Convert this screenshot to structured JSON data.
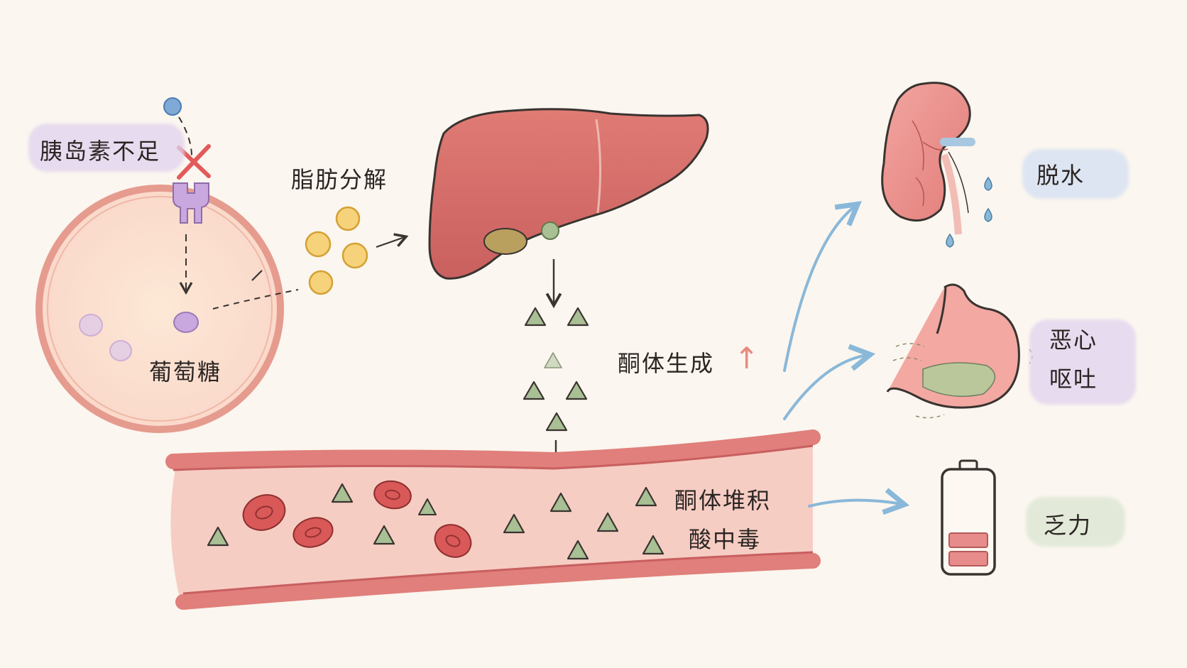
{
  "labels": {
    "insulin_deficiency": "胰岛素不足",
    "glucose": "葡萄糖",
    "fat_breakdown": "脂肪分解",
    "ketone_production": "酮体生成",
    "ketone_accumulation": "酮体堆积",
    "acidosis": "酸中毒",
    "dehydration": "脱水",
    "nausea": "恶心",
    "vomiting": "呕吐",
    "fatigue": "乏力"
  },
  "icons": {
    "up_arrow": "↑"
  },
  "colors": {
    "background": "#fbf6ef",
    "ink": "#2b2523",
    "cross": "#e35a5a",
    "insulin_receptor": "#c9a7df",
    "glucose": "#c9a7df",
    "fat_droplet": "#f3c65f",
    "liver": "#d86a6a",
    "ketone": "#a9bf94",
    "blood_vessel": "#e88c8c",
    "red_blood_cell": "#d95858",
    "flow_arrow": "#89b8d9",
    "up_arrow": "#e88a80",
    "wash_purple": "#e1d2ef",
    "wash_blue": "#d6e1f3",
    "wash_green": "#dde7d4"
  }
}
